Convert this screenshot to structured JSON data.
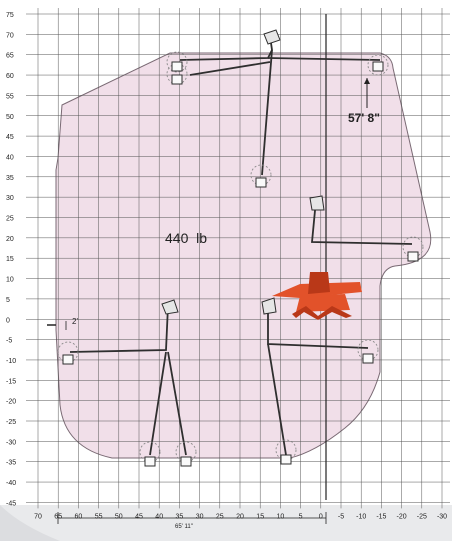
{
  "diagram": {
    "load_label": "440  lb",
    "max_outreach_label": "57' 8\"",
    "offset_label": "2'",
    "base_width_label": "65' 11\"",
    "y_axis_ticks": [
      "75",
      "70",
      "65",
      "60",
      "55",
      "50",
      "45",
      "40",
      "35",
      "30",
      "25",
      "20",
      "15",
      "10",
      "5",
      "0",
      "-5",
      "-10",
      "-15",
      "-20",
      "-25",
      "-30",
      "-35",
      "-40",
      "-45"
    ],
    "x_axis_ticks": [
      "70",
      "65",
      "60",
      "55",
      "50",
      "45",
      "40",
      "35",
      "30",
      "25",
      "20",
      "15",
      "10",
      "5",
      "0",
      "-5",
      "-10",
      "-15",
      "-20",
      "-25",
      "-30"
    ],
    "colors": {
      "envelope_fill": "#f1dfe9",
      "envelope_stroke": "#7a6a74",
      "grid": "#3a3a3a",
      "boom": "#2f2f2f",
      "machine": "#e2522a",
      "machine_dark": "#b93818",
      "dashed_circle": "#8a8a8a",
      "background_band": "#e9eaec"
    }
  }
}
